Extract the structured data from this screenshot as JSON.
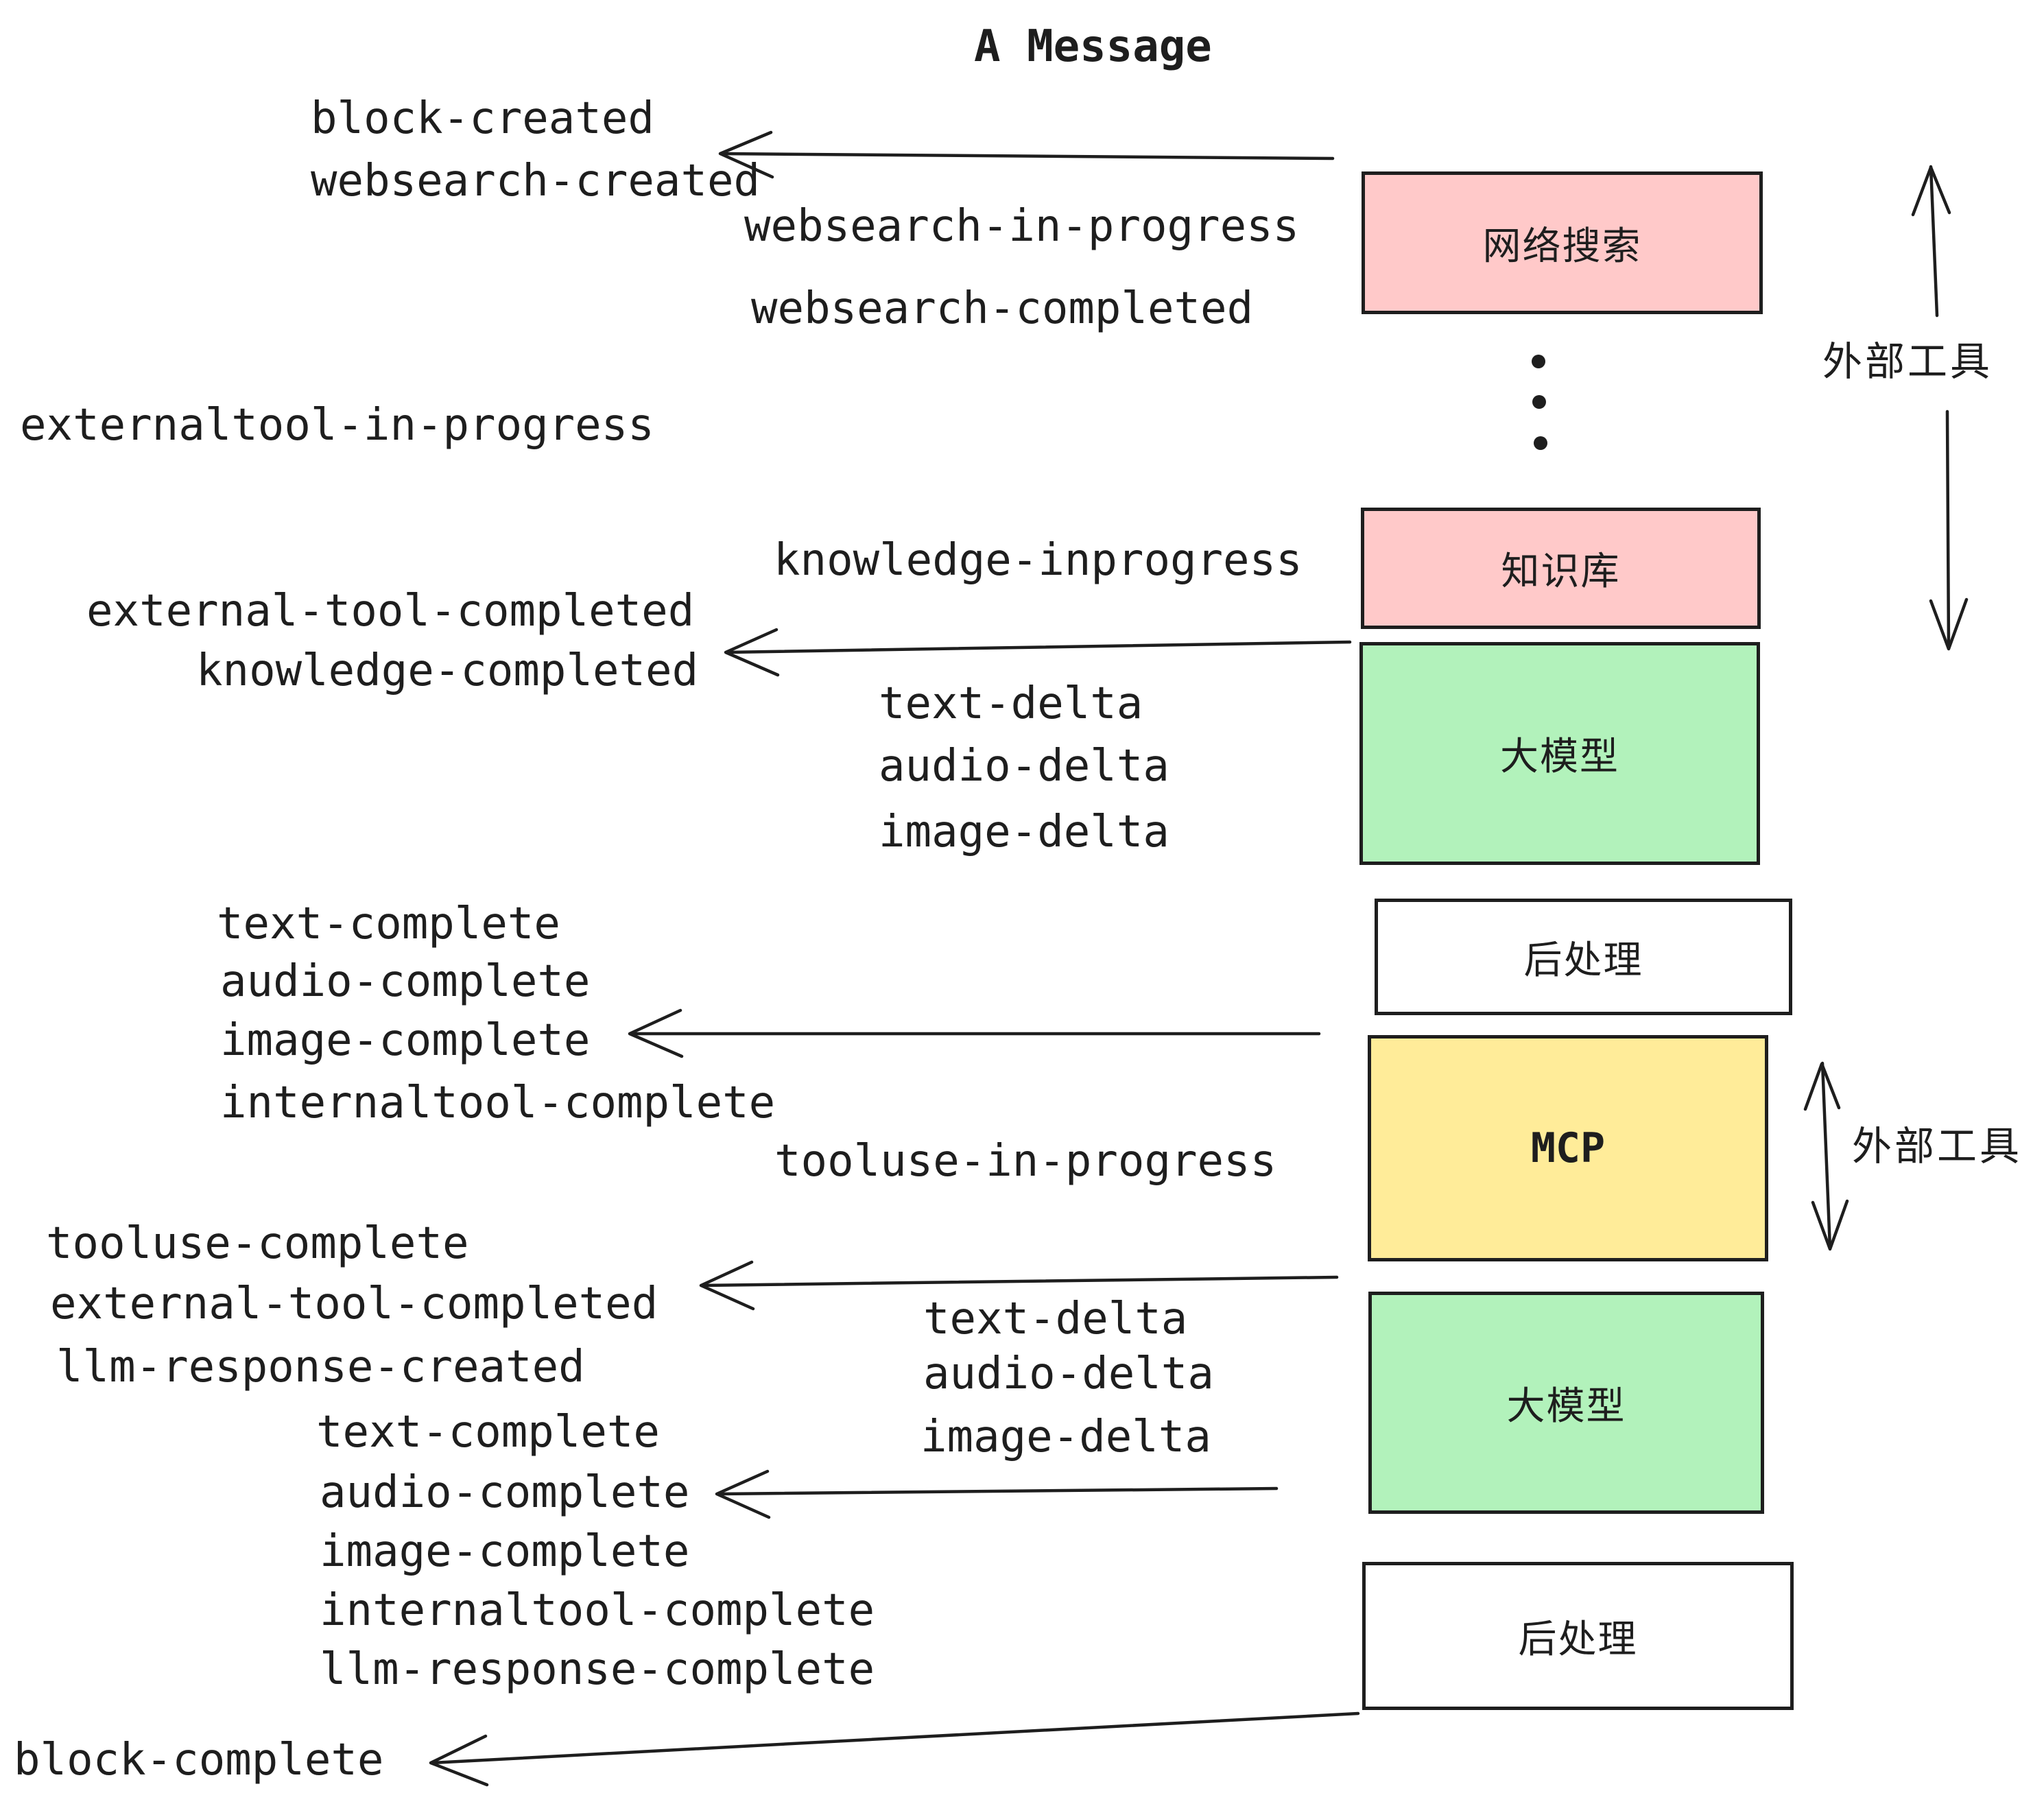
{
  "title": "A Message",
  "palette": {
    "ink": "#1e1e1e",
    "pink": "#ffc9c9",
    "green": "#b2f2bb",
    "yellow": "#ffec99",
    "boxwhite": "#ffffff",
    "bg": "#ffffff"
  },
  "boxes": [
    {
      "label": "网络搜索"
    },
    {
      "label": "知识库"
    },
    {
      "label": "大模型"
    },
    {
      "label": "后处理"
    },
    {
      "label": "MCP"
    },
    {
      "label": "大模型"
    },
    {
      "label": "后处理"
    }
  ],
  "side_labels": {
    "external_tool_top": "外部工具",
    "external_tool_mid": "外部工具"
  },
  "events": [
    {
      "label": "block-created"
    },
    {
      "label": "websearch-created"
    },
    {
      "label": "websearch-in-progress"
    },
    {
      "label": "websearch-completed"
    },
    {
      "label": "externaltool-in-progress"
    },
    {
      "label": "knowledge-inprogress"
    },
    {
      "label": "external-tool-completed"
    },
    {
      "label": "knowledge-completed"
    },
    {
      "label": "text-delta"
    },
    {
      "label": "audio-delta"
    },
    {
      "label": "image-delta"
    },
    {
      "label": "text-complete"
    },
    {
      "label": "audio-complete"
    },
    {
      "label": "image-complete"
    },
    {
      "label": "internaltool-complete"
    },
    {
      "label": "tooluse-in-progress"
    },
    {
      "label": "tooluse-complete"
    },
    {
      "label": "external-tool-completed"
    },
    {
      "label": "llm-response-created"
    },
    {
      "label": "text-delta"
    },
    {
      "label": "audio-delta"
    },
    {
      "label": "image-delta"
    },
    {
      "label": "text-complete"
    },
    {
      "label": "audio-complete"
    },
    {
      "label": "image-complete"
    },
    {
      "label": "internaltool-complete"
    },
    {
      "label": "llm-response-complete"
    },
    {
      "label": "block-complete"
    }
  ]
}
